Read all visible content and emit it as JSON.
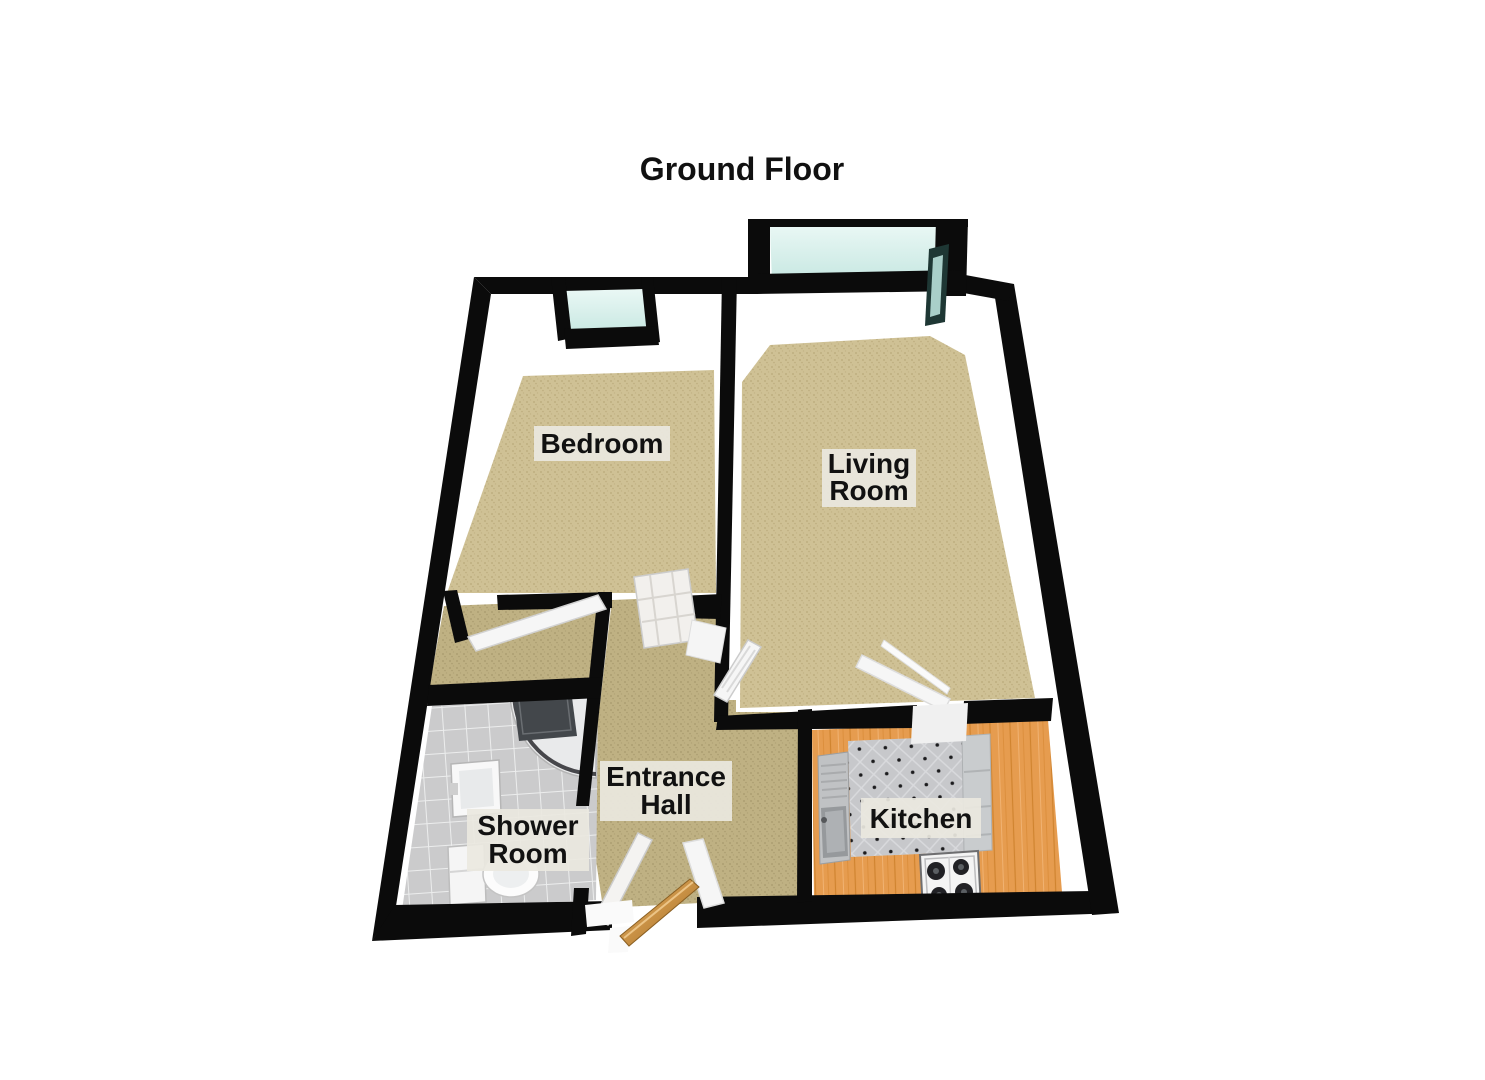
{
  "title": "Ground Floor",
  "rooms": {
    "bedroom": {
      "label": "Bedroom"
    },
    "living_room": {
      "line1": "Living",
      "line2": "Room"
    },
    "entrance_hall": {
      "line1": "Entrance",
      "line2": "Hall"
    },
    "shower_room": {
      "line1": "Shower",
      "line2": "Room"
    },
    "kitchen": {
      "label": "Kitchen"
    }
  },
  "colors": {
    "background": "#ffffff",
    "wall": "#0b0b0b",
    "wall_face": "#ffffff",
    "floor_carpet": "#cfc195",
    "floor_hall": "#bfb183",
    "floor_tile_base": "#cbcbcc",
    "floor_kitchen_wood": "#e69c4f",
    "kitchen_mat": "#c7c8cb",
    "window_glass": "#d8f0ec",
    "window_glass_dark": "#1e3734",
    "label_bg": "#eae8e0",
    "label_text": "#111111",
    "front_door": "#c89044",
    "fixture_white": "#f6f6f6",
    "shower_screen": "#43474b",
    "steel": "#c0c2c4"
  }
}
